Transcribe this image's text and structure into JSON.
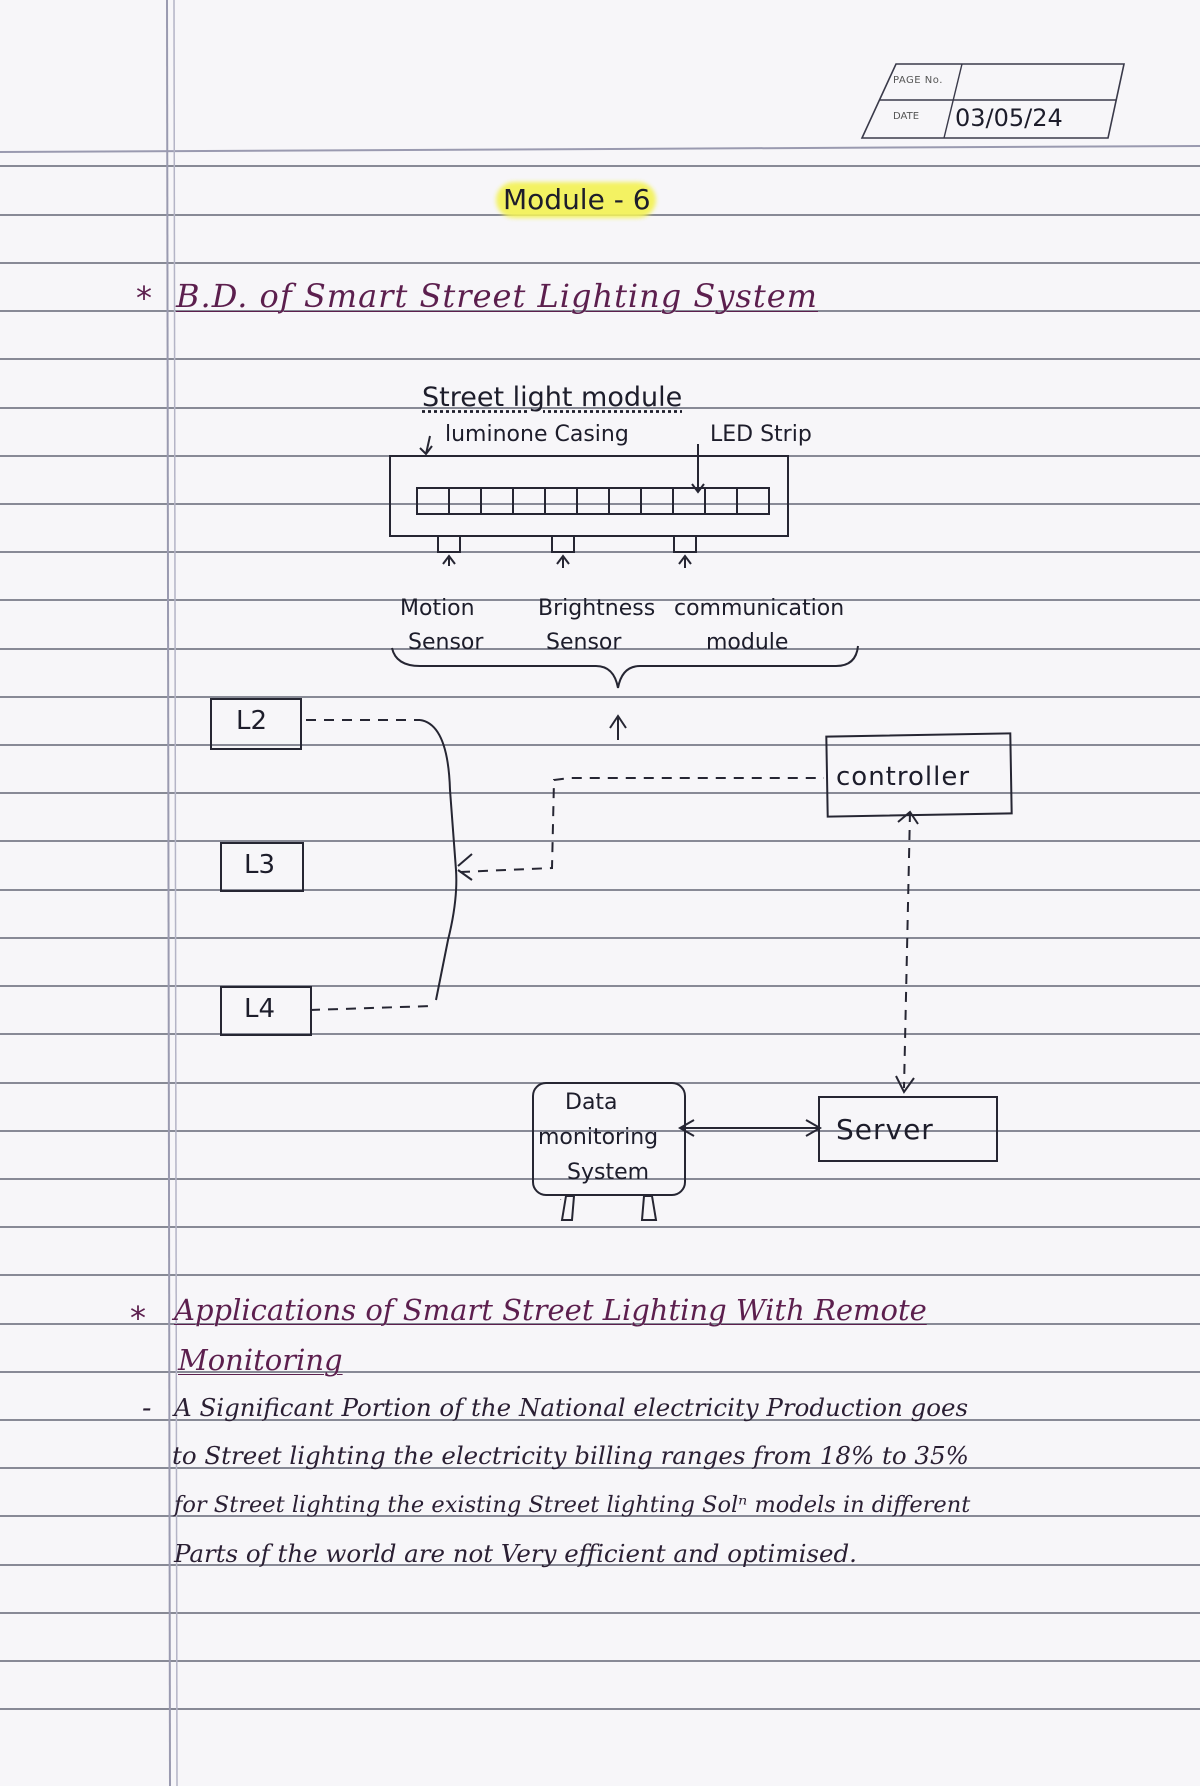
{
  "header_box": {
    "page_no_label": "PAGE No.",
    "date_label": "DATE",
    "date_value": "03/05/24"
  },
  "module_title": "Module - 6",
  "section1": {
    "bullet": "*",
    "heading": "B.D. of Smart Street Lighting System"
  },
  "diagram": {
    "module_title": "Street light module",
    "luminone_label": "luminone Casing",
    "led_label": "LED Strip",
    "sensors": [
      {
        "line1": "Motion",
        "line2": "Sensor"
      },
      {
        "line1": "Brightness",
        "line2": "Sensor"
      },
      {
        "line1": "communication",
        "line2": "module"
      }
    ],
    "lamps": [
      "L2",
      "L3",
      "L4"
    ],
    "controller": "controller",
    "data_system": [
      "Data",
      "monitoring",
      "System"
    ],
    "server": "Server"
  },
  "section2": {
    "bullet": "*",
    "heading_line1": "Applications of Smart Street Lighting With Remote",
    "heading_line2": "Monitoring",
    "dash": "-",
    "body": [
      "A Significant Portion of the National electricity Production goes",
      "to Street lighting the electricity billing ranges from 18% to 35%",
      "for Street lighting the existing Street lighting Solⁿ models in different",
      "Parts of the world are not Very efficient and optimised."
    ]
  },
  "colors": {
    "paper": "#f7f6f9",
    "rule": "#4a4f5f",
    "margin": "#9a9ab0",
    "ink": "#1d1d2b",
    "purple_ink": "#5c1f4e",
    "highlight": "#f3f25a"
  }
}
